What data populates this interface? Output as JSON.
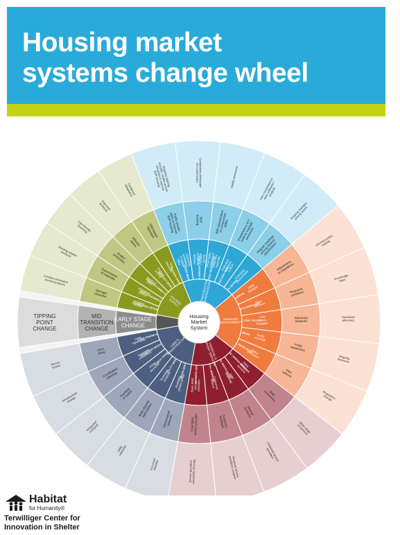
{
  "header": {
    "title_line1": "Housing market",
    "title_line2": "systems change wheel"
  },
  "logo": {
    "name": "Habitat",
    "subname": "for Humanity®",
    "center_line1": "Terwilliger Center for",
    "center_line2": "Innovation in Shelter"
  },
  "colors": {
    "header_blue": "#29abd9",
    "accent_green": "#c3d316"
  },
  "wheel": {
    "center_label": [
      "Housing",
      "Market",
      "System"
    ],
    "stages": [
      {
        "label": [
          "TIPPING",
          "POINT",
          "CHANGE"
        ]
      },
      {
        "label": [
          "MID",
          "TRANSITION",
          "CHANGE"
        ]
      },
      {
        "label": [
          "EARLY STAGE",
          "CHANGE"
        ]
      }
    ],
    "sectors": [
      {
        "name": "light-blue",
        "label": [
          "CONSTRUCTION",
          "& RENOVATION"
        ],
        "color": "#2ea7d6",
        "wedges": [
          {
            "name": "LABOR SERVICES",
            "early": [
              "Improving",
              "availability",
              "of skilled",
              "labor"
            ],
            "mid": [
              "Public-private",
              "pilots to improve",
              "BOP housing"
            ],
            "tip": [
              "Ongoing tailoring",
              "of public / public-private",
              "initiatives to improve",
              "BOP housing"
            ]
          },
          {
            "name": "PUBLIC HOUSING INITIATIVES",
            "early": [
              "Social,",
              "political /",
              "economic",
              "debates"
            ],
            "mid": [
              "BOP",
              "housing"
            ],
            "tip": [
              "Competitive landscape",
              "for construction"
            ]
          },
          {
            "name": "CONSTRUCTION / RENOVATION",
            "early": [
              "Small SMEs",
              "/ renovators",
              "using new",
              "materials"
            ],
            "mid": [
              "Skill specialization",
              "of construction",
              "SMEs"
            ],
            "tip": [
              "quality assurance"
            ]
          },
          {
            "name": "CONSTRUCTION TECH",
            "early": [
              "Early tech",
              "adopters",
              "in BOP"
            ],
            "mid": [
              "Investment in ICT",
              "tools to manage",
              "processes"
            ],
            "tip": [
              "Use / investment in",
              "data collection /",
              "analysis"
            ]
          },
          {
            "name": "REAL ESTATE",
            "early": [
              "Emerging",
              "partnerships"
            ],
            "mid": [
              "Regular meetings",
              "among diverse",
              "stakeholders"
            ],
            "tip": [
              "Ongoing dialogue",
              "among actors"
            ]
          }
        ]
      },
      {
        "name": "orange",
        "label": [
          "ENABLING",
          "ENVIRONMENT"
        ],
        "color": "#f07b3f",
        "wedges": [
          {
            "name": "JUDICIAL",
            "early": [
              "Initial",
              "dialogue"
            ],
            "mid": [
              "Adjustments",
              "to regulations"
            ],
            "tip": [
              "Informed policy",
              "making"
            ]
          },
          {
            "name": "ACADEMIA & RESEARCH",
            "early": [
              "Early",
              "research"
            ],
            "mid": [
              "Research",
              "published"
            ],
            "tip": [
              "Knowledge",
              "base"
            ]
          },
          {
            "name": "SOCIAL / CIVIL SOCIETY",
            "early": [
              "Civil",
              "society",
              "engaged"
            ],
            "mid": [
              "Advocacy",
              "networks"
            ],
            "tip": [
              "Sustained",
              "advocacy"
            ]
          },
          {
            "name": "MEDIA",
            "early": [
              "Media",
              "coverage"
            ],
            "mid": [
              "Public",
              "awareness"
            ],
            "tip": [
              "Ongoing",
              "discourse"
            ]
          },
          {
            "name": "POLICY, REGULATORY",
            "early": [
              "Policy",
              "discussion"
            ],
            "mid": [
              "Pilot",
              "reforms"
            ],
            "tip": [
              "Regulatory",
              "change"
            ]
          }
        ]
      },
      {
        "name": "crimson",
        "label": [
          "FINANCIAL &",
          "SUPPORT SERVICES"
        ],
        "color": "#8f1f2e",
        "wedges": [
          {
            "name": "ARCHITECTURE / DESIGN SERVICES",
            "early": [
              "Early",
              "design",
              "services"
            ],
            "mid": [
              "SME",
              "consumers"
            ],
            "tip": [
              "Wide range",
              "of services"
            ]
          },
          {
            "name": "FINANCIAL INSTITUTIONS",
            "early": [
              "SME",
              "financing"
            ],
            "mid": [
              "Diverse",
              "products"
            ],
            "tip": [
              "Financial service",
              "providers"
            ]
          },
          {
            "name": "FINANCIAL SERVICES",
            "early": [
              "Consumer",
              "finance"
            ],
            "mid": [
              "Customer",
              "feedback"
            ],
            "tip": [
              "Financial service",
              "providers compete"
            ]
          },
          {
            "name": "BUSINESS SERVICES",
            "early": [
              "Basic BMS",
              "service",
              "providers"
            ],
            "mid": [
              "Diversified",
              "service provider"
            ],
            "tip": [
              "Service providers",
              "constantly innovate"
            ]
          }
        ]
      },
      {
        "name": "slate",
        "label": [
          "LAND &",
          "INFRASTRUCTURE"
        ],
        "color": "#4d5f80",
        "wedges": [
          {
            "name": "WATER SERVICES",
            "early": [
              "Emerging",
              "private sector"
            ],
            "mid": [
              "Infrastructure",
              "networks"
            ],
            "tip": [
              "Iron proof",
              "benefits"
            ]
          },
          {
            "name": "UTILITY SERVICES",
            "early": [
              "Emerging",
              "solutions"
            ],
            "mid": [
              "Multi-channel",
              "approaches"
            ],
            "tip": [
              "Utility",
              "networks"
            ]
          },
          {
            "name": "PUBLIC TRANSPORT",
            "early": [
              "Pilots",
              "launched"
            ],
            "mid": [
              "Planning",
              "of routes"
            ],
            "tip": [
              "Integrated",
              "transport"
            ]
          },
          {
            "name": "TRANSPORT INFRASTRUCTURE",
            "early": [
              "Emerging",
              "investment"
            ],
            "mid": [
              "Coordinated",
              "planning"
            ],
            "tip": [
              "Infrastructure",
              "change"
            ]
          },
          {
            "name": "LAND TENURE & RIGHTS",
            "early": [
              "Land",
              "registration"
            ],
            "mid": [
              "Clear",
              "titling"
            ],
            "tip": [
              "Secure",
              "tenure"
            ]
          }
        ]
      },
      {
        "name": "olive",
        "label": [
          "HOUSING",
          "SUPPLY"
        ],
        "color": "#8a9a1e",
        "wedges": [
          {
            "name": "COMMERCIAL RETAIL EXPANSION",
            "early": [
              "Retailers",
              "to BOP"
            ],
            "mid": [
              "Stronger",
              "networks"
            ],
            "tip": [
              "Conduct innovation",
              "across products"
            ]
          },
          {
            "name": "END CONSUMER EXPANSION",
            "early": [
              "Increased",
              "options"
            ],
            "mid": [
              "Transmission",
              "of materials"
            ],
            "tip": [
              "Housing-related",
              "products"
            ]
          },
          {
            "name": "MANUFACTURING & IMPORTING",
            "early": [
              "Inputs to",
              "BOP"
            ],
            "mid": [
              "Scaled",
              "production"
            ],
            "tip": [
              "Use-friendly",
              "financing"
            ]
          },
          {
            "name": "PRODUCT DEVELOPMENT",
            "early": [
              "Product",
              "testing"
            ],
            "mid": [
              "Alliance",
              "actors"
            ],
            "tip": [
              "Improved",
              "products"
            ]
          },
          {
            "name": "HOUSING MATERIALS",
            "early": [
              "New",
              "materials"
            ],
            "mid": [
              "Shift-based",
              "approach"
            ],
            "tip": [
              "Combined",
              "adaptation"
            ]
          }
        ]
      }
    ]
  }
}
